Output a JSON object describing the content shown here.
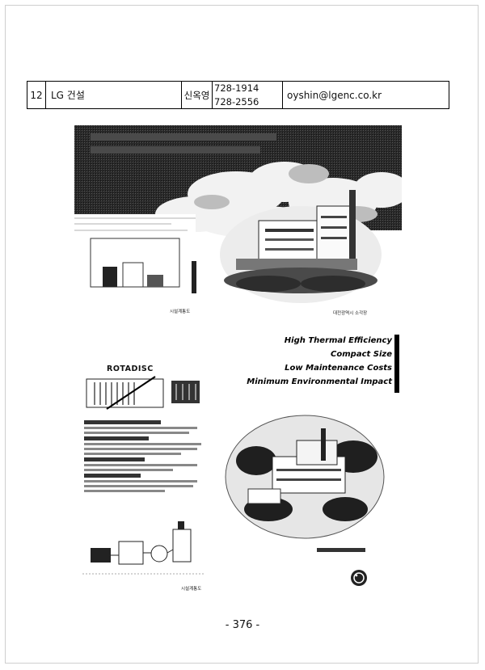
{
  "table": {
    "number": "12",
    "company": "LG 건설",
    "contact": "신옥영",
    "phone_1": "728-1914",
    "phone_2": "728-2556",
    "email": "oyshin@lgenc.co.kr"
  },
  "brochure": {
    "features": [
      "High Thermal Efficiency",
      "Compact Size",
      "Low Maintenance Costs",
      "Minimum Environmental Impact"
    ],
    "product_name": "ROTADISC"
  },
  "page_number": "- 376 -"
}
